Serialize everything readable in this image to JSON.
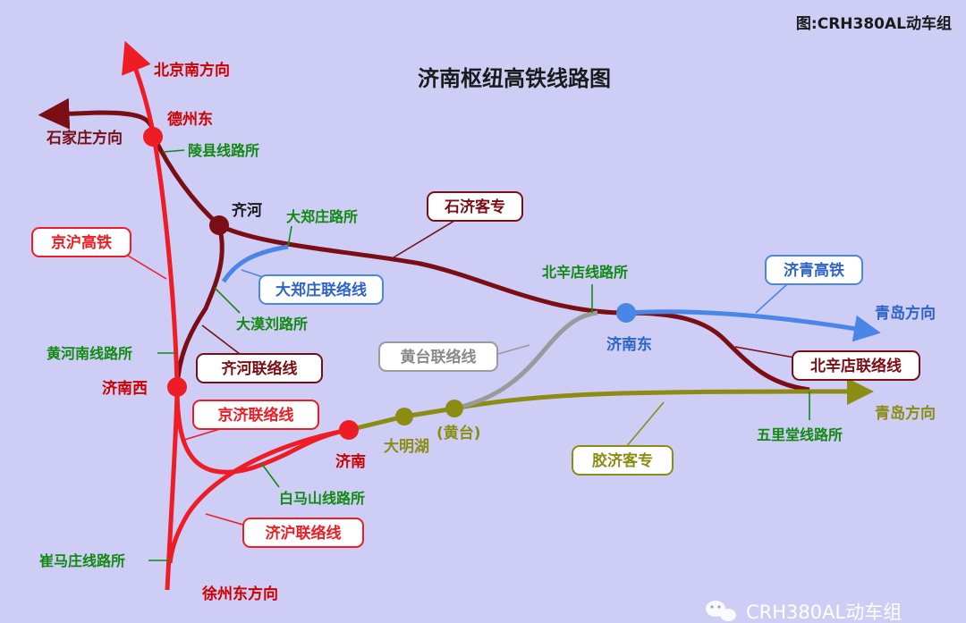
{
  "credit": "图:CRH380AL动车组",
  "title": "济南枢纽高铁线路图",
  "watermark": "CRH380AL动车组",
  "colors": {
    "background": "#cdcdf6",
    "jinghu": "#ee1c25",
    "shiji": "#7a0e14",
    "jiqing": "#4a86e8",
    "jiaoji": "#8c8c14",
    "huangtai": "#9a9a9a",
    "junction_label": "#118a11",
    "direction_label": "#cc0000"
  },
  "directions": {
    "beijing_south": "北京南方向",
    "shijiazhuang": "石家庄方向",
    "qingdao_upper": "青岛方向",
    "qingdao_lower": "青岛方向",
    "xuzhou_east": "徐州东方向"
  },
  "stations": {
    "dezhou_east": "德州东",
    "qihe": "齐河",
    "jinan_west": "济南西",
    "jinan": "济南",
    "jinan_east": "济南东",
    "daminghu": "大明湖",
    "huangtai": "(黄台)"
  },
  "junctions": {
    "lingxian": "陵县线路所",
    "dazhengzhuang": "大郑庄路所",
    "damoliu": "大漠刘路所",
    "beixindian": "北辛店线路所",
    "huanghenan": "黄河南线路所",
    "baimashan": "白马山线路所",
    "cuimazhuang": "崔马庄线路所",
    "wulitang": "五里堂线路所"
  },
  "callouts": {
    "jinghu": "京沪高铁",
    "shiji": "石济客专",
    "dazhengzhuang_link": "大郑庄联络线",
    "jiqing": "济青高铁",
    "huangtai_link": "黄台联络线",
    "qihe_link": "齐河联络线",
    "beixindian_link": "北辛店联络线",
    "jingji_link": "京济联络线",
    "jiaoji": "胶济客专",
    "jihu_link": "济沪联络线"
  }
}
